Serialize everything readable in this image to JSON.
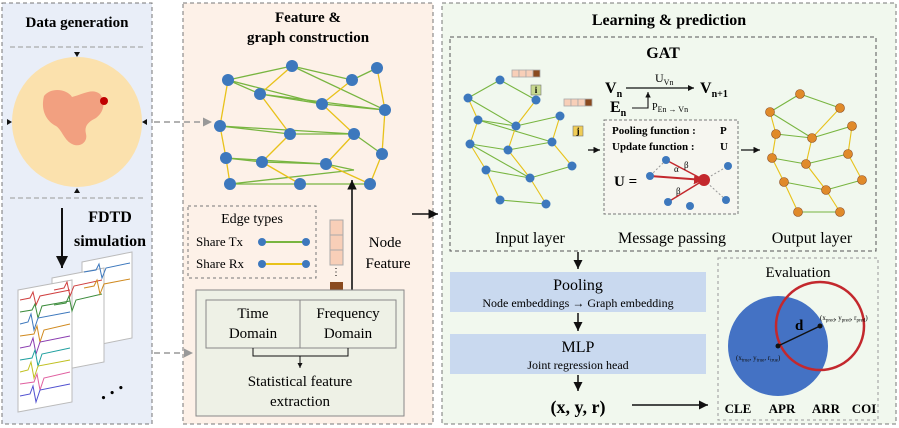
{
  "panels": {
    "data_generation": {
      "title": "Data generation",
      "fdtd_line1": "FDTD",
      "fdtd_line2": "simulation"
    },
    "feature_graph": {
      "title_line1": "Feature &",
      "title_line2": "graph construction",
      "edge_types": {
        "title": "Edge types",
        "tx": "Share Tx",
        "rx": "Share Rx"
      },
      "node_feature_line1": "Node",
      "node_feature_line2": "Feature",
      "time_domain_line1": "Time",
      "time_domain_line2": "Domain",
      "freq_domain_line1": "Frequency",
      "freq_domain_line2": "Domain",
      "stat_line1": "Statistical feature",
      "stat_line2": "extraction"
    },
    "learning": {
      "title": "Learning & prediction",
      "gat": "GAT",
      "input_layer": "Input layer",
      "message_passing": "Message passing",
      "output_layer": "Output layer",
      "node_i": "i",
      "node_j": "j",
      "pooling_fn": "Pooling function :",
      "pooling_sym": "P",
      "update_fn": "Update function :",
      "update_sym": "U",
      "u_eq": "U =",
      "mp_vn": "V",
      "mp_vn_sub": "n",
      "mp_vn1": "V",
      "mp_vn1_sub": "n+1",
      "mp_en": "E",
      "mp_en_sub": "n",
      "mp_u": "U",
      "mp_u_sub": "Vn",
      "mp_p": "P",
      "mp_p_sub": "En → Vn",
      "alpha1": "α",
      "alpha2": "β",
      "beta": "β",
      "pooling_title": "Pooling",
      "pooling_sub": "Node embeddings → Graph embedding",
      "mlp_title": "MLP",
      "mlp_sub": "Joint regression head",
      "output": "(x, y, r)",
      "evaluation": "Evaluation",
      "d": "d",
      "pred_label": "(x",
      "pred_label_sub": "pred",
      "pred_label_rest": ", y",
      "pred_label_sub2": "pred",
      "pred_label_rest2": ", r",
      "pred_label_sub3": "pred",
      "pred_label_end": ")",
      "true_label": "(x",
      "true_label_sub": "true",
      "true_label_rest": ", y",
      "true_label_sub2": "true",
      "true_label_rest2": ", r",
      "true_label_sub3": "true",
      "true_label_end": ")",
      "metrics": [
        "CLE",
        "APR",
        "ARR",
        "COI"
      ]
    }
  },
  "colors": {
    "panel_blue": "#e9eef8",
    "panel_orange": "#fdf1e8",
    "panel_green": "#f1f8ee",
    "node": "#3d78bd",
    "edge_green": "#78b540",
    "edge_yellow": "#e8c21a",
    "block_blue": "#c9d9ef",
    "red": "#c3282d",
    "eval_blue": "#4472c4"
  }
}
